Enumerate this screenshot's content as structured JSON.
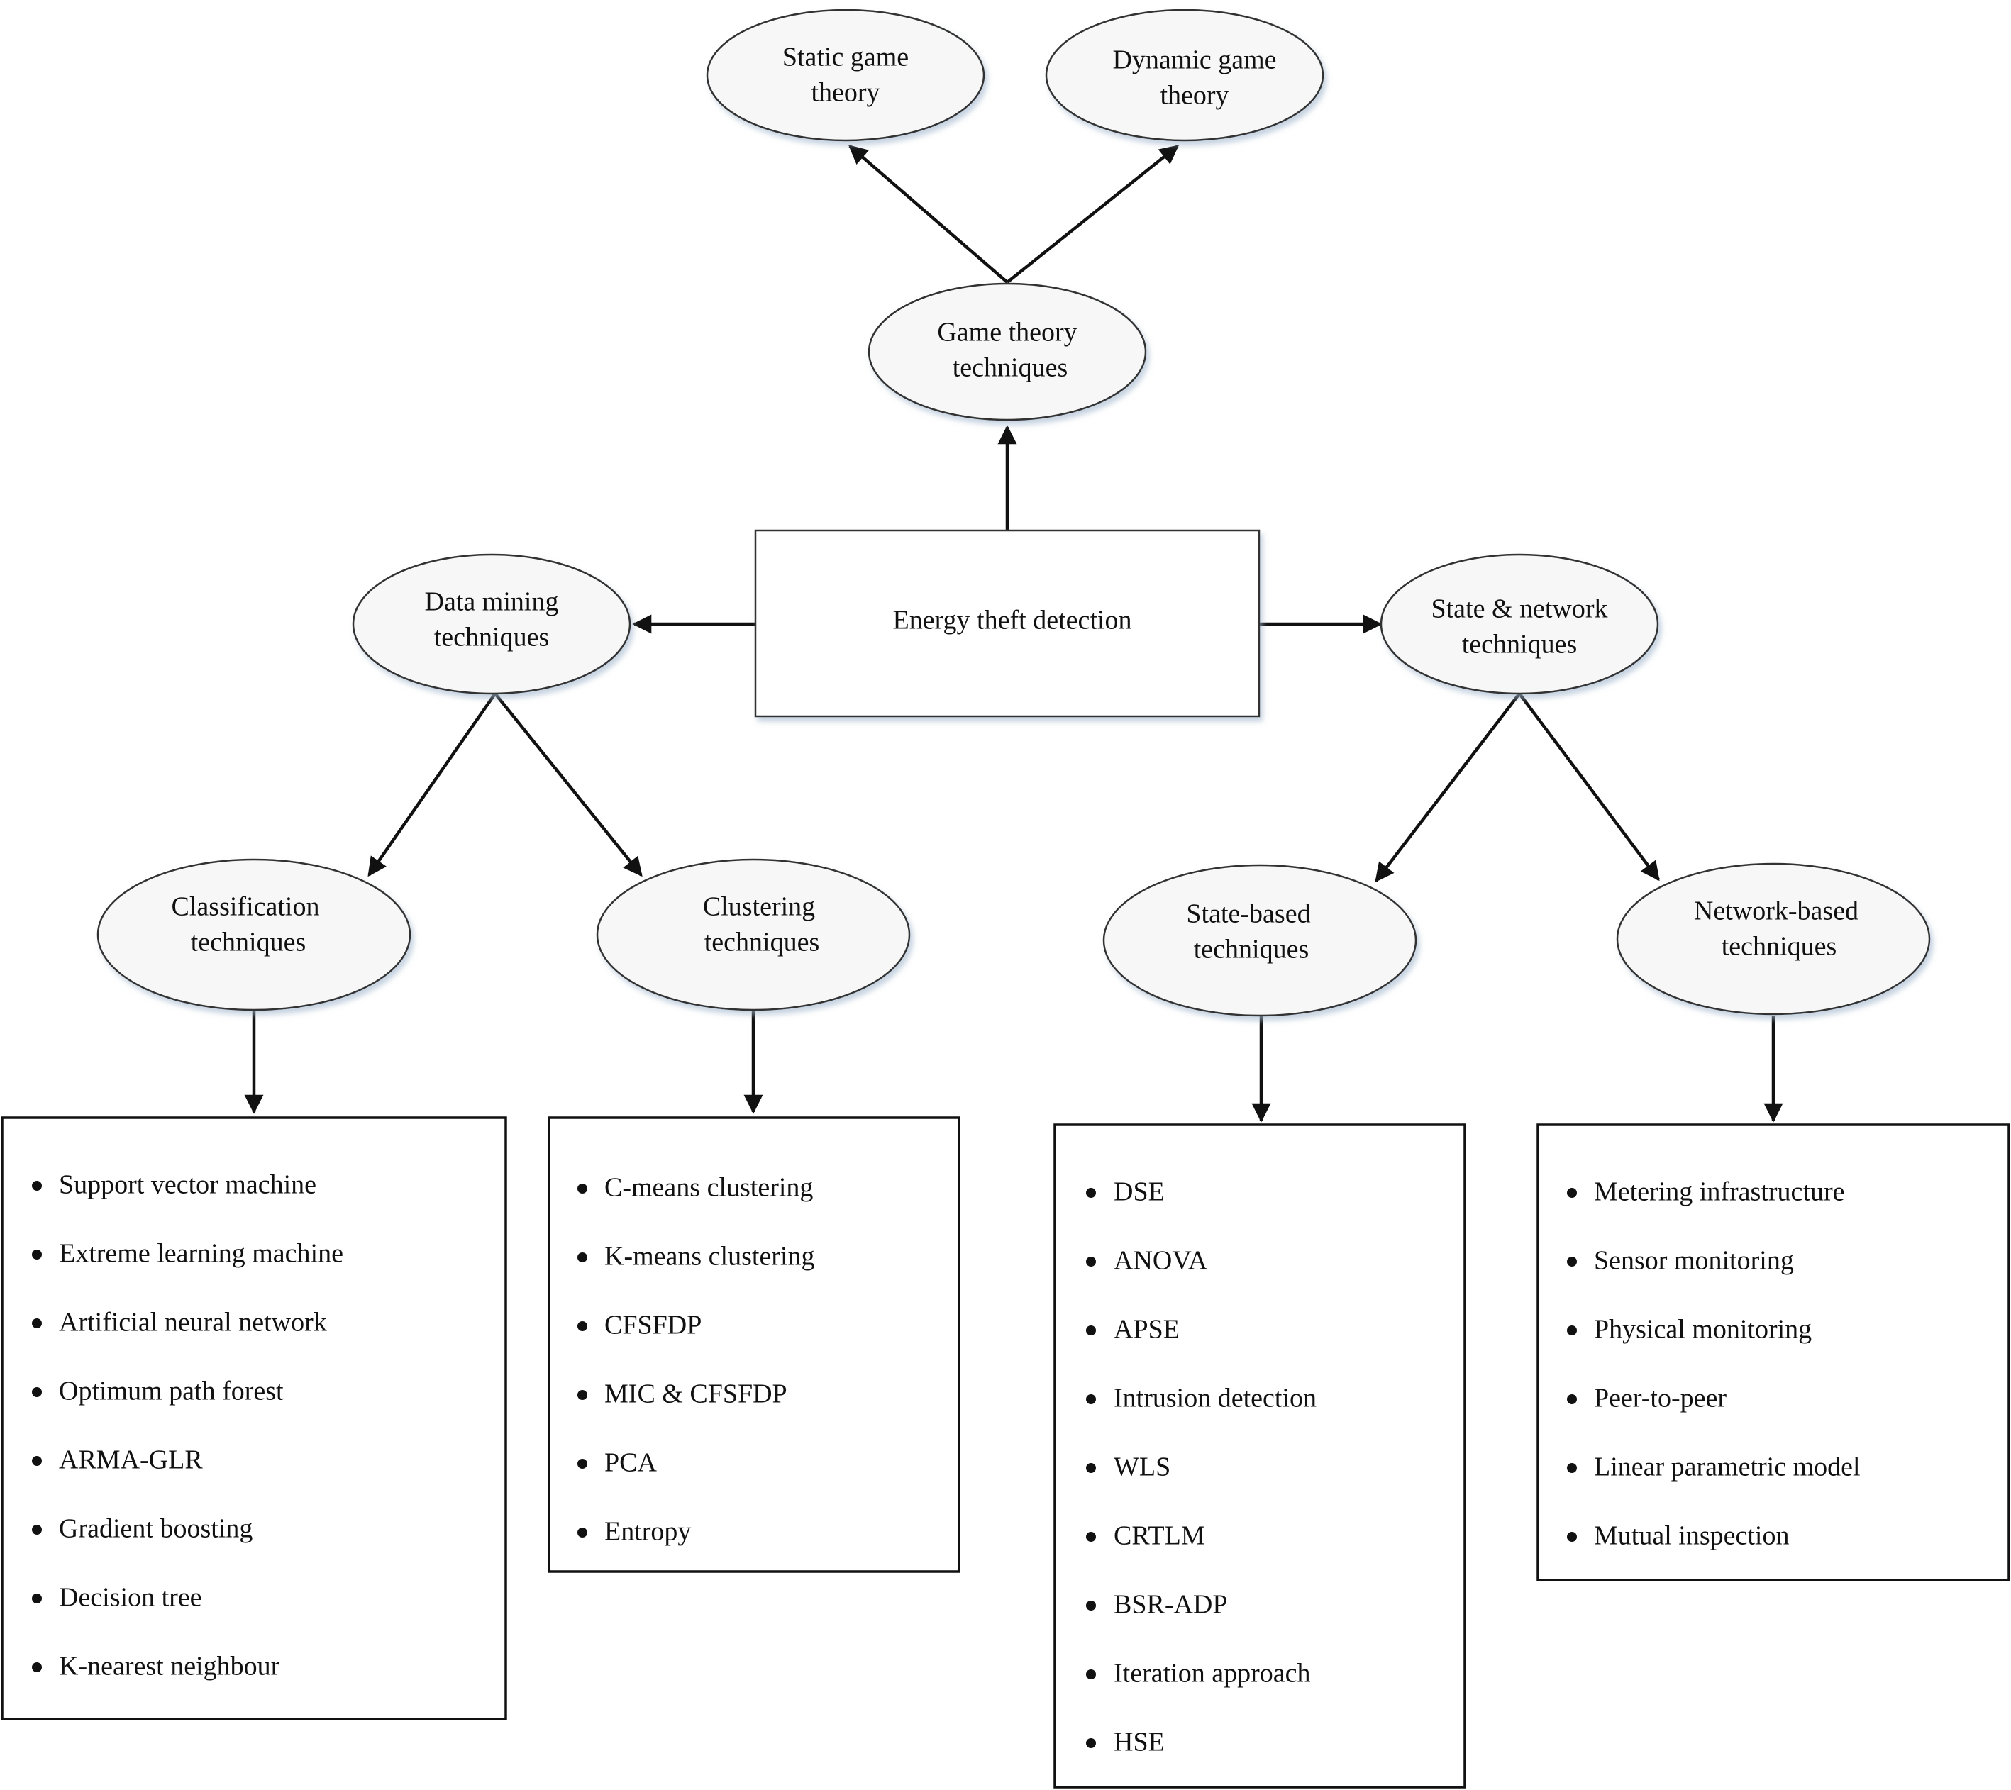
{
  "center": {
    "label": "Energy theft detection"
  },
  "nodes": {
    "game_theory": {
      "lines": [
        "Game theory",
        "techniques"
      ]
    },
    "static_game": {
      "lines": [
        "Static game",
        "theory"
      ]
    },
    "dynamic_game": {
      "lines": [
        "Dynamic game",
        "theory"
      ]
    },
    "data_mining": {
      "lines": [
        "Data mining",
        "techniques"
      ]
    },
    "state_network": {
      "lines": [
        "State & network",
        "techniques"
      ]
    },
    "classification": {
      "lines": [
        "Classification",
        "techniques"
      ]
    },
    "clustering": {
      "lines": [
        "Clustering",
        "techniques"
      ]
    },
    "state_based": {
      "lines": [
        "State-based",
        "techniques"
      ]
    },
    "network_based": {
      "lines": [
        "Network-based",
        "techniques"
      ]
    }
  },
  "lists": {
    "classification": [
      "Support vector machine",
      "Extreme learning machine",
      "Artificial neural network",
      "Optimum path forest",
      "ARMA-GLR",
      "Gradient boosting",
      "Decision tree",
      "K-nearest neighbour"
    ],
    "clustering": [
      "C-means clustering",
      "K-means clustering",
      "CFSFDP",
      "MIC & CFSFDP",
      "PCA",
      "Entropy"
    ],
    "state_based": [
      "DSE",
      "ANOVA",
      "APSE",
      "Intrusion detection",
      "WLS",
      "CRTLM",
      "BSR-ADP",
      "Iteration approach",
      "HSE"
    ],
    "network_based": [
      "Metering infrastructure",
      "Sensor monitoring",
      "Physical monitoring",
      "Peer-to-peer",
      "Linear parametric model",
      "Mutual inspection"
    ]
  }
}
